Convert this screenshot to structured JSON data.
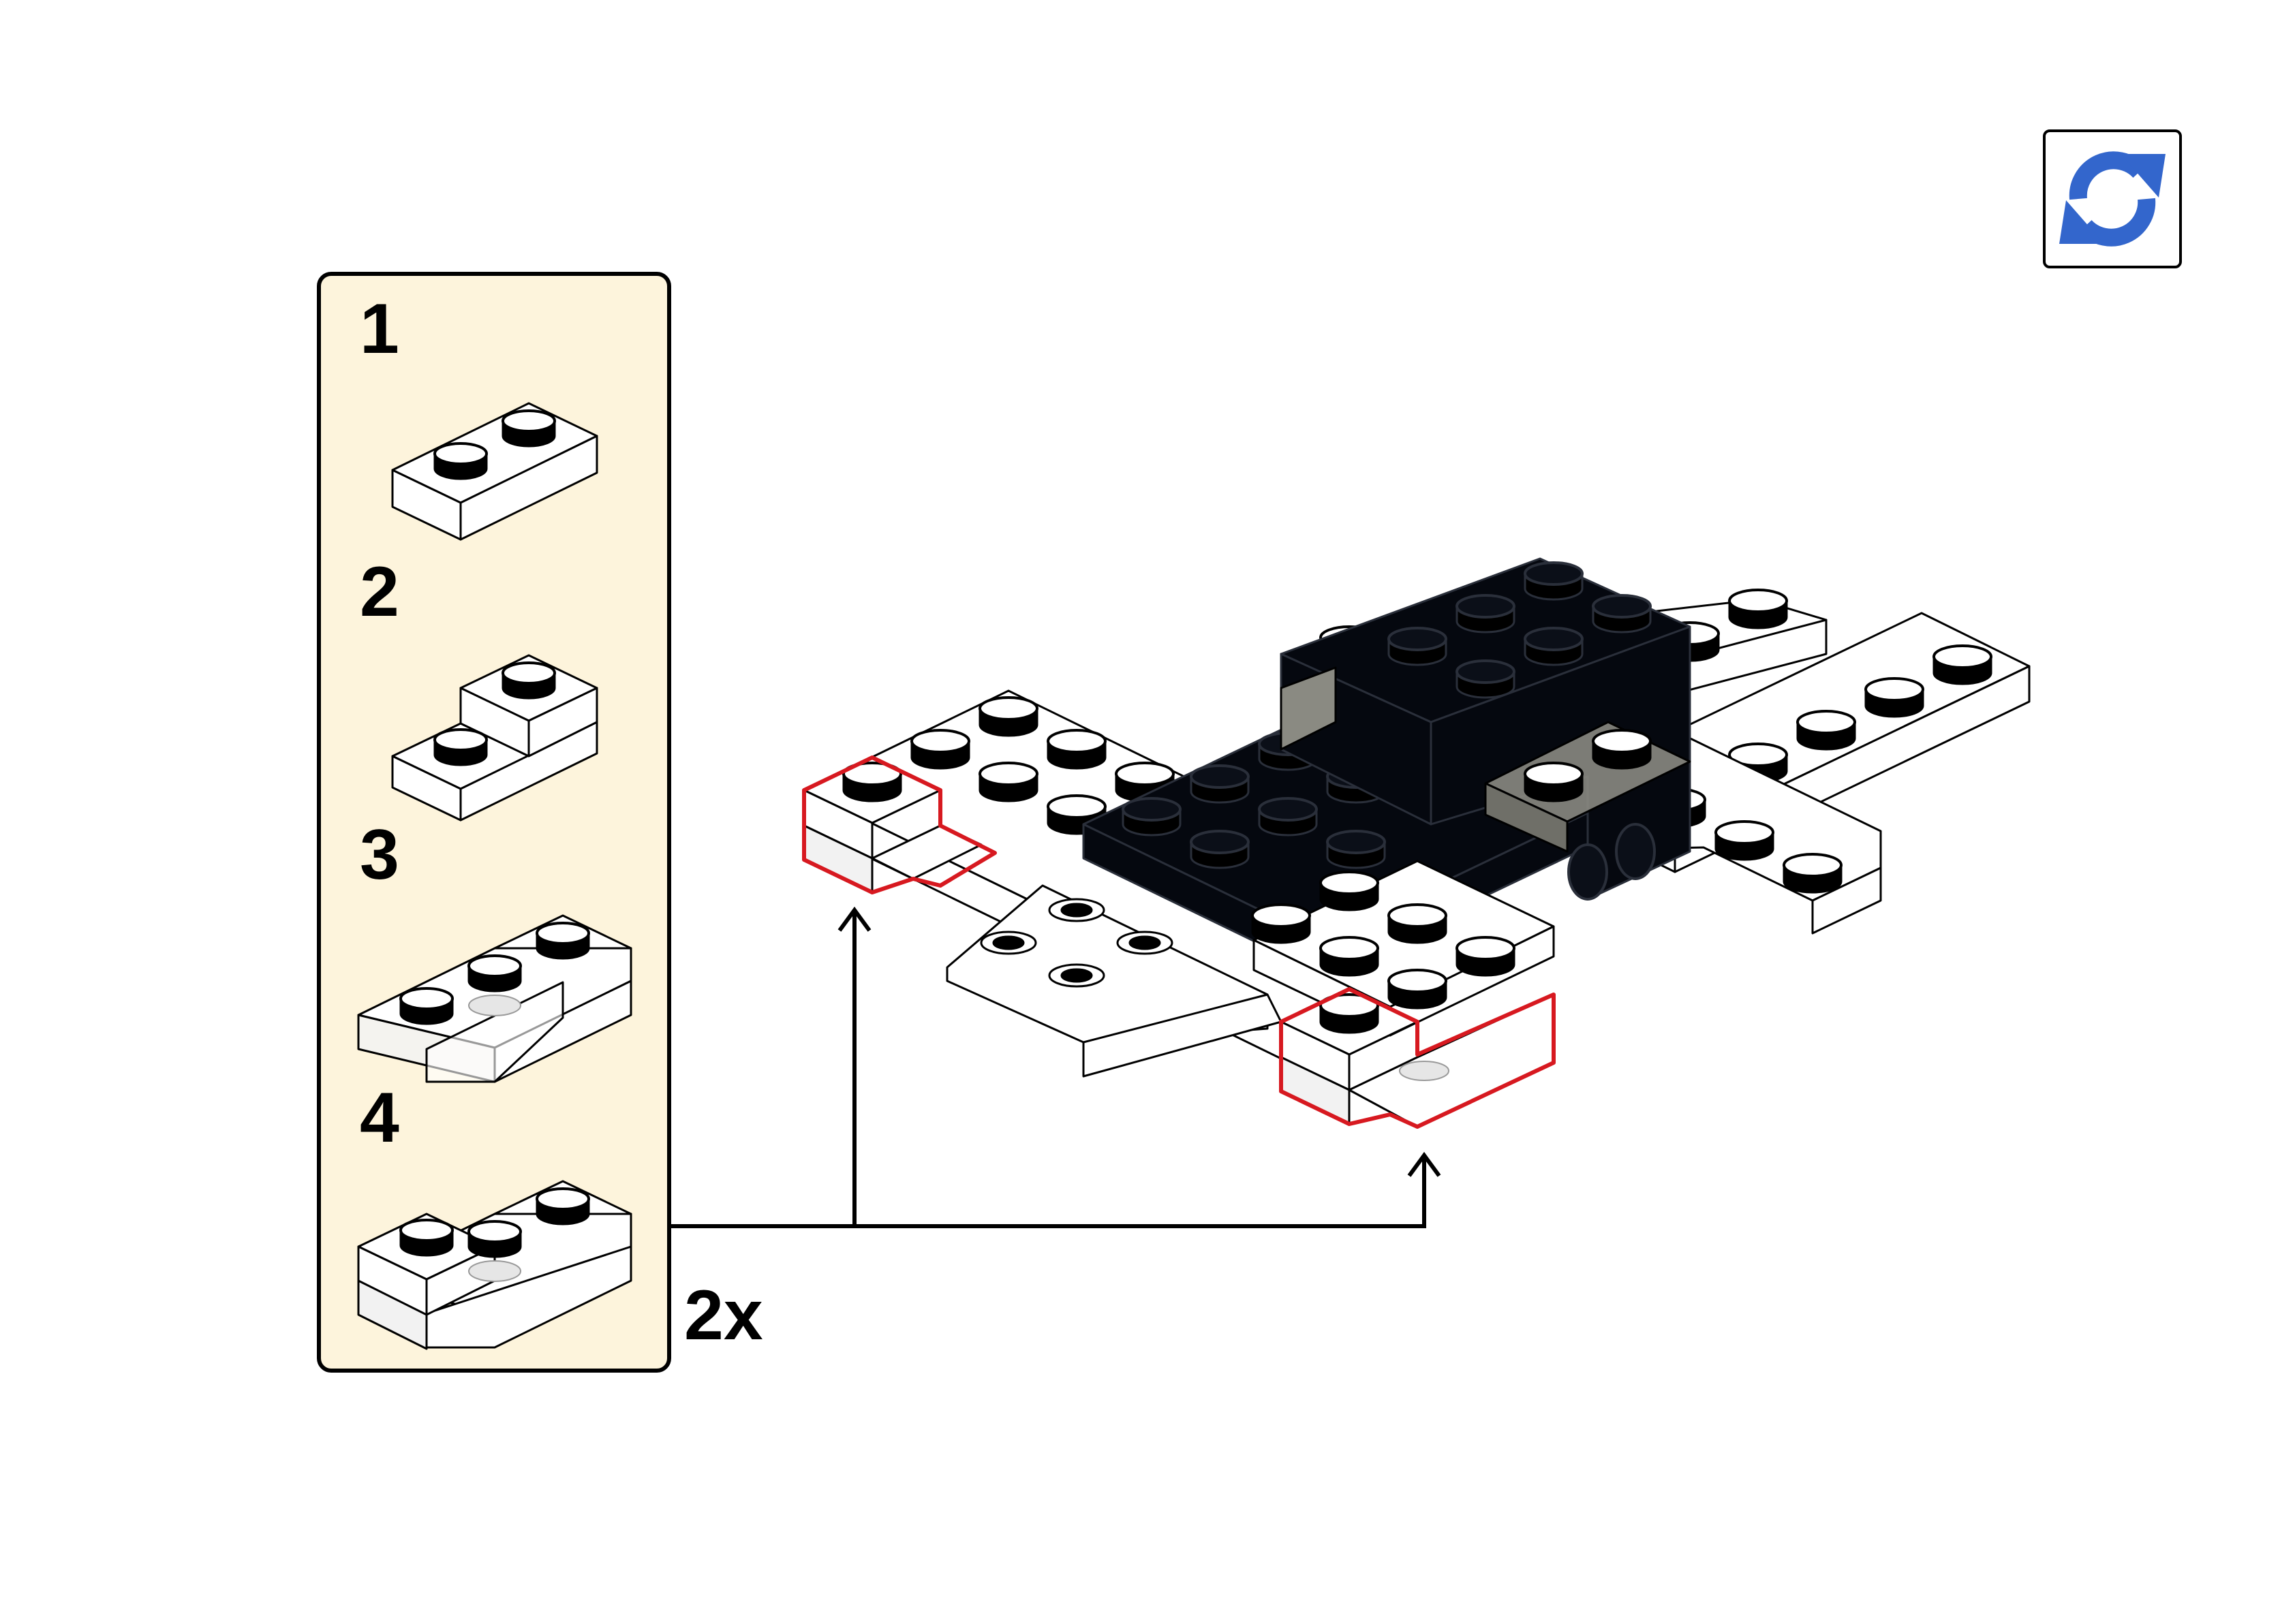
{
  "substeps": [
    {
      "number": "1"
    },
    {
      "number": "2"
    },
    {
      "number": "3"
    },
    {
      "number": "4"
    }
  ],
  "multiplier": "2x",
  "colors": {
    "callout_background": "#fdf4dc",
    "callout_border": "#000000",
    "highlight": "#d71920",
    "rotate_icon": "#3366cc",
    "dark_brick": "#05080f",
    "light_brick": "#ffffff"
  },
  "icons": {
    "rotate": "rotate-model-icon"
  }
}
